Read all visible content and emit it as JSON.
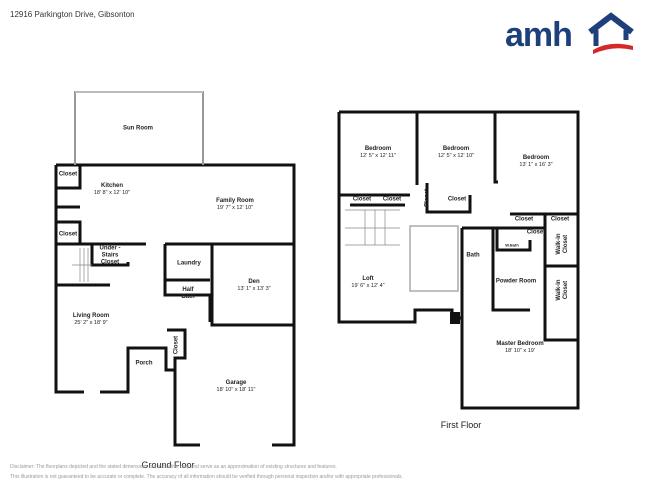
{
  "header": {
    "address": "12916 Parkington Drive, Gibsonton",
    "logo_text": "amh",
    "brand_colors": {
      "blue": "#1d3f7a",
      "red": "#d62a2a"
    }
  },
  "ground_floor": {
    "title": "Ground Floor",
    "rooms": [
      {
        "name": "Sun Room",
        "dims": ""
      },
      {
        "name": "Kitchen",
        "dims": "18' 8\" x 12' 10\""
      },
      {
        "name": "Family Room",
        "dims": "19' 7\" x 12' 10\""
      },
      {
        "name": "Closet",
        "dims": ""
      },
      {
        "name": "Closet",
        "dims": ""
      },
      {
        "name": "Under -Stairs Closet",
        "dims": ""
      },
      {
        "name": "Laundry",
        "dims": ""
      },
      {
        "name": "Half Bath",
        "dims": ""
      },
      {
        "name": "Den",
        "dims": "13' 1\" x 13' 3\""
      },
      {
        "name": "Living Room",
        "dims": "25' 2\" x 18' 9\""
      },
      {
        "name": "Porch",
        "dims": ""
      },
      {
        "name": "Closet",
        "dims": ""
      },
      {
        "name": "Garage",
        "dims": "18' 10\" x 18' 11\""
      }
    ]
  },
  "first_floor": {
    "title": "First Floor",
    "rooms": [
      {
        "name": "Bedroom",
        "dims": "12' 5\" x 12' 11\""
      },
      {
        "name": "Bedroom",
        "dims": "12' 5\" x 12' 10\""
      },
      {
        "name": "Bedroom",
        "dims": "13' 1\" x 16' 3\""
      },
      {
        "name": "Closet",
        "dims": ""
      },
      {
        "name": "Closet",
        "dims": ""
      },
      {
        "name": "Closet",
        "dims": ""
      },
      {
        "name": "Closet",
        "dims": ""
      },
      {
        "name": "Closet",
        "dims": ""
      },
      {
        "name": "Closet",
        "dims": ""
      },
      {
        "name": "Closet",
        "dims": ""
      },
      {
        "name": "Loft",
        "dims": "19' 6\" x 12' 4\""
      },
      {
        "name": "Bath",
        "dims": ""
      },
      {
        "name": "W.Bath",
        "dims": ""
      },
      {
        "name": "Powder Room",
        "dims": ""
      },
      {
        "name": "Walk-in Closet",
        "dims": ""
      },
      {
        "name": "Walk-in Closet",
        "dims": ""
      },
      {
        "name": "Master Bedroom",
        "dims": "18' 10\" x 19'"
      }
    ]
  },
  "disclaimer": {
    "line1": "Disclaimer: The floorplans depicted and the stated dimensions are indicative only and serve as an approximation of existing structures and features.",
    "line2": "This illustration is not guaranteed to be accurate or complete. The accuracy of all information should be verified through personal inspection and/or with appropriate professionals."
  }
}
